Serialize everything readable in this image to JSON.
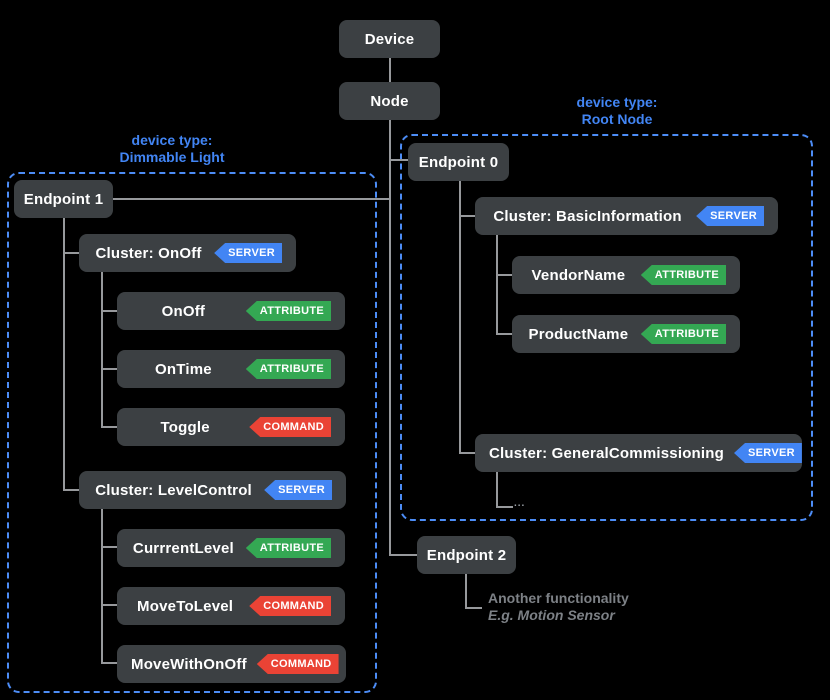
{
  "colors": {
    "background": "#000000",
    "box_bg": "#3c4043",
    "box_text": "#ffffff",
    "connector_line": "#97999c",
    "group_border": "#4d8df6",
    "group_label": "#4285f4",
    "badge_server": "#4285f4",
    "badge_attribute": "#34a853",
    "badge_command": "#ea4335",
    "note_text": "#7d8186"
  },
  "badges": {
    "server": "SERVER",
    "attribute": "ATTRIBUTE",
    "command": "COMMAND"
  },
  "root": {
    "device": "Device",
    "node": "Node"
  },
  "groups": {
    "dimmable": {
      "label_line1": "device type:",
      "label_line2": "Dimmable Light"
    },
    "rootnode": {
      "label_line1": "device type:",
      "label_line2": "Root Node"
    }
  },
  "left_tree": {
    "endpoint": "Endpoint 1",
    "cluster_onoff": "Cluster: OnOff",
    "attr_onoff": "OnOff",
    "attr_ontime": "OnTime",
    "cmd_toggle": "Toggle",
    "cluster_levelcontrol": "Cluster: LevelControl",
    "attr_currrentlevel": "CurrrentLevel",
    "cmd_movetolevel": "MoveToLevel",
    "cmd_movewithonoff": "MoveWithOnOff"
  },
  "right_tree": {
    "endpoint0": "Endpoint 0",
    "cluster_basicinfo": "Cluster: BasicInformation",
    "attr_vendorname": "VendorName",
    "attr_productname": "ProductName",
    "cluster_generalcommissioning": "Cluster: GeneralCommissioning",
    "ellipsis": "...",
    "endpoint2": "Endpoint 2",
    "note_line1": "Another functionality",
    "note_line2": "E.g. Motion Sensor"
  }
}
